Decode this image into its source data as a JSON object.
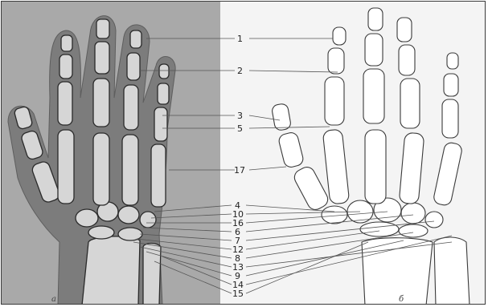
{
  "figure": {
    "panels": [
      {
        "id": "xray",
        "corner_label": "a"
      },
      {
        "id": "drawing",
        "corner_label": "б"
      }
    ],
    "labels": [
      {
        "text": "1"
      },
      {
        "text": "2"
      },
      {
        "text": "3"
      },
      {
        "text": "5"
      },
      {
        "text": "17"
      },
      {
        "text": "4"
      },
      {
        "text": "10"
      },
      {
        "text": "16"
      },
      {
        "text": "6"
      },
      {
        "text": "7"
      },
      {
        "text": "12"
      },
      {
        "text": "8"
      },
      {
        "text": "13"
      },
      {
        "text": "9"
      },
      {
        "text": "14"
      },
      {
        "text": "15"
      }
    ],
    "colors": {
      "xray_background": "#a9a9a9",
      "xray_hand": "#7c7c7c",
      "xray_bone": "#d6d6d6",
      "drawing_background": "#f4f4f4",
      "line": "#333333"
    }
  }
}
